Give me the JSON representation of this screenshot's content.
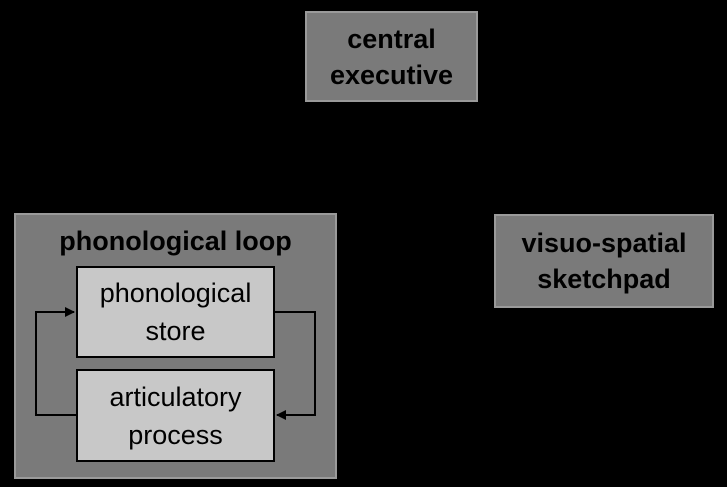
{
  "diagram": {
    "central_executive": {
      "line1": "central",
      "line2": "executive"
    },
    "visuo_spatial_sketchpad": {
      "line1": "visuo-spatial",
      "line2": "sketchpad"
    },
    "phonological_loop": {
      "title": "phonological loop",
      "phonological_store": {
        "line1": "phonological",
        "line2": "store"
      },
      "articulatory_process": {
        "line1": "articulatory",
        "line2": "process"
      }
    },
    "colors": {
      "background": "#000000",
      "component_fill": "#7a7a7a",
      "subcomponent_fill": "#c8c8c8",
      "text": "#000000"
    }
  }
}
